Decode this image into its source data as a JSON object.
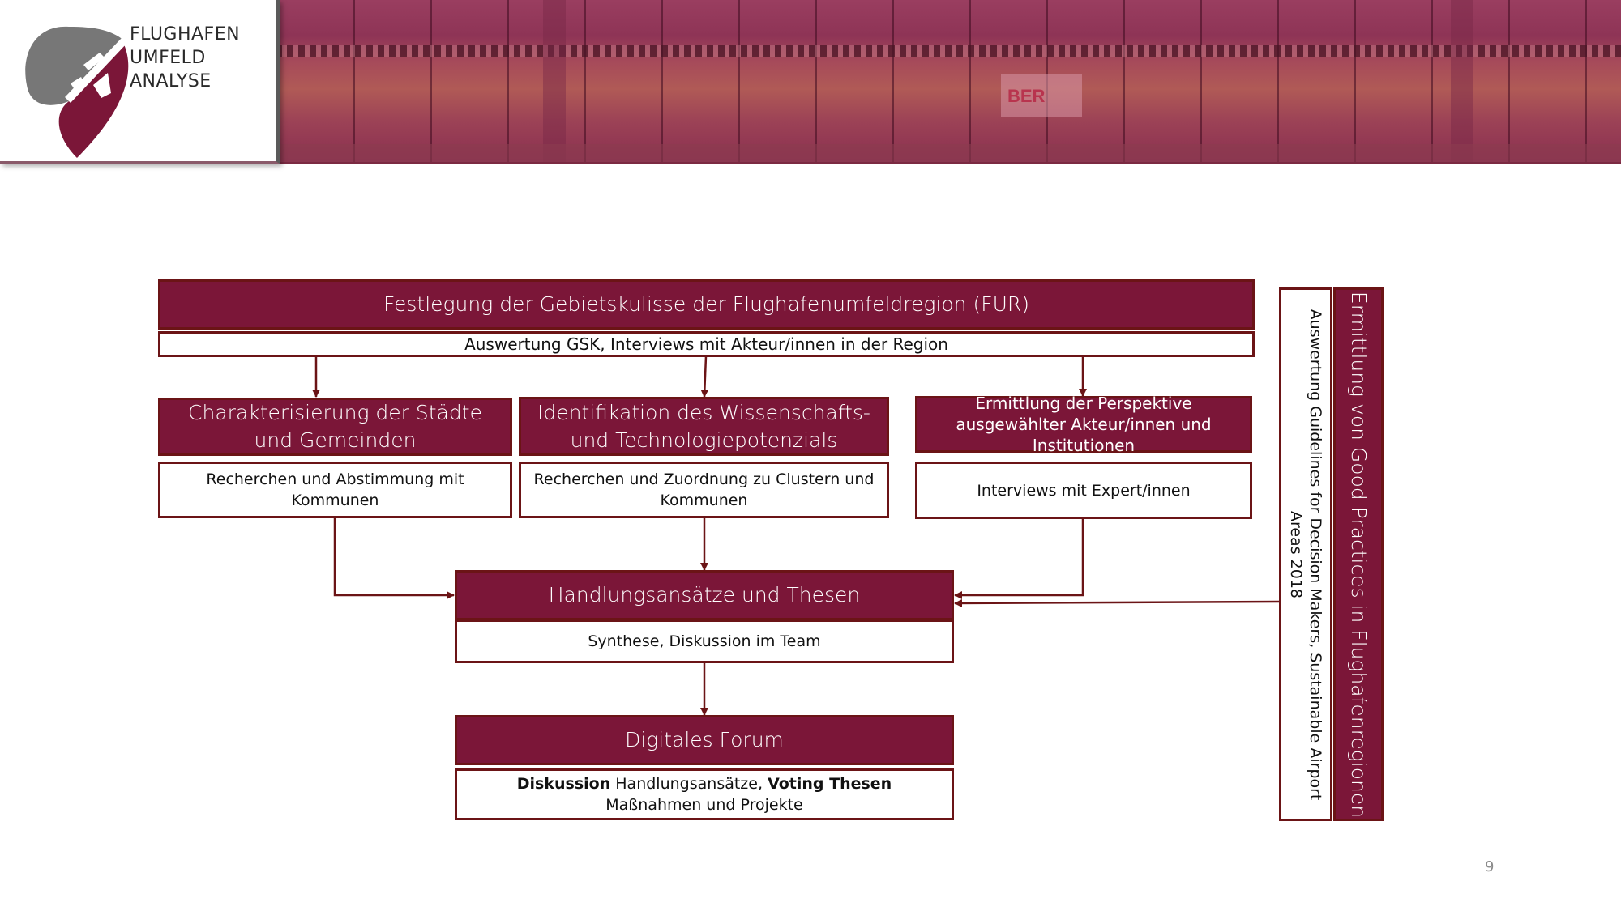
{
  "header": {
    "logo": {
      "lines": [
        "FLUGHAFEN",
        "UMFELD",
        "ANALYSE"
      ],
      "icon": "airplane-over-pin-icon"
    },
    "banner": {
      "sign_text": "BER",
      "description": "Airport terminal facade photo with maroon overlay"
    }
  },
  "colors": {
    "primary_maroon": "#7b1638",
    "border_maroon": "#6b1416",
    "text_dark": "#111111",
    "text_light": "#ffffff",
    "page_number": "#8a8a8a"
  },
  "diagram": {
    "top": {
      "title": "Festlegung der Gebietskulisse der Flughafenumfeldregion (FUR)",
      "subtitle": "Auswertung GSK, Interviews mit Akteur/innen in der Region"
    },
    "columns": [
      {
        "title": "Charakterisierung der Städte und Gemeinden",
        "method": "Recherchen und Abstimmung mit Kommunen"
      },
      {
        "title": "Identifikation des Wissenschafts- und Technologiepotenzials",
        "method": "Recherchen und Zuordnung zu Clustern und Kommunen"
      },
      {
        "title": "Ermittlung der Perspektive ausgewählter Akteur/innen und Institutionen",
        "method": "Interviews mit Expert/innen"
      }
    ],
    "synthesis": {
      "title": "Handlungsansätze und Thesen",
      "method": "Synthese, Diskussion im Team"
    },
    "forum": {
      "title": "Digitales Forum",
      "method_bold_1": "Diskussion",
      "method_text_1": " Handlungsansätze, ",
      "method_bold_2": "Voting Thesen",
      "method_line_2": "Maßnahmen und Projekte"
    },
    "side": {
      "title": "Ermittlung von Good Practices in Flughafenregionen",
      "method_line_1": "Auswertung Guidelines for Decision Makers, Sustainable Airport",
      "method_line_2": "Areas 2018"
    }
  },
  "footer": {
    "page_number": "9"
  }
}
